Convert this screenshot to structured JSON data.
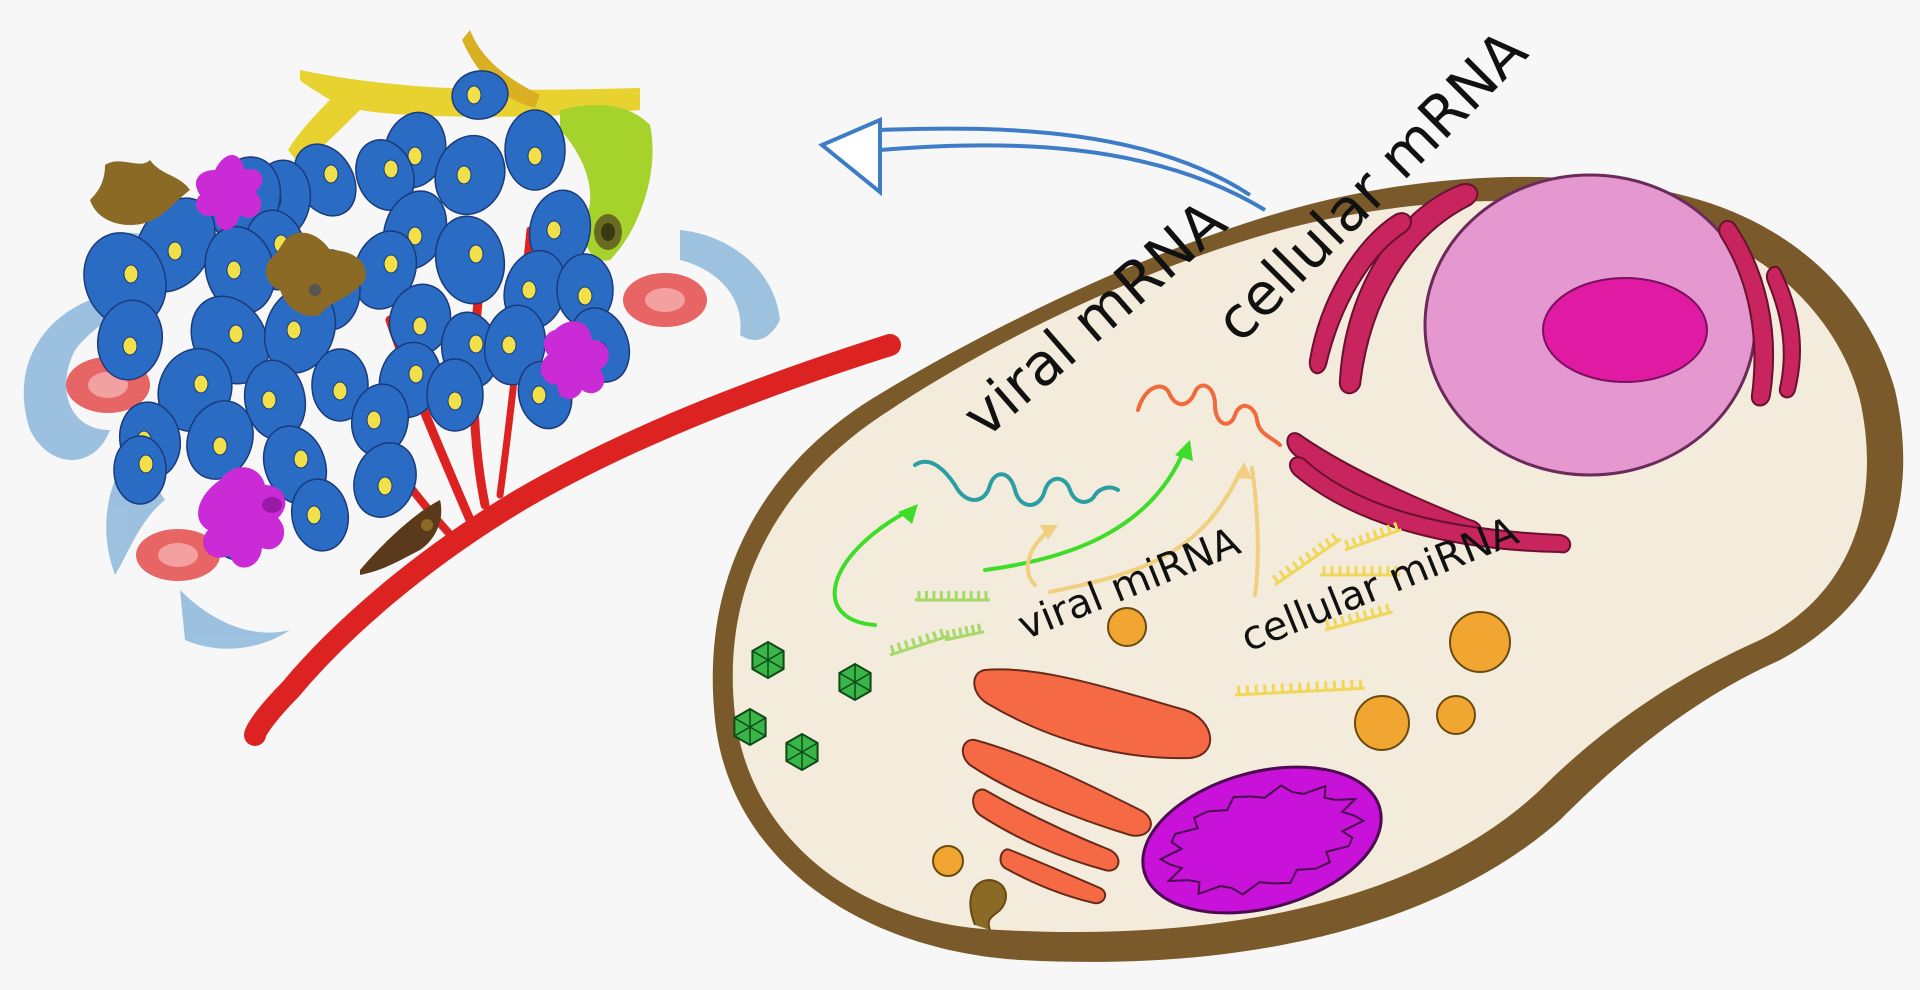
{
  "labels": {
    "viral_mrna": "viral mRNA",
    "cellular_mrna": "cellular mRNA",
    "viral_mirna": "viral miRNA",
    "cellular_mirna": "cellular miRNA"
  },
  "colors": {
    "background": "#f7f7f7",
    "cell_body": "#f3ebdb",
    "cell_shadow": "#7a5a2a",
    "nucleus": "#e597cf",
    "nucleolus": "#e01aa2",
    "endoplasmic_reticulum": "#c8245e",
    "golgi": "#f56a45",
    "mitochondrion": "#c811d9",
    "vesicle": "#f0a631",
    "virion": "#39b54a",
    "viral_mrna": "#2b9ea3",
    "cellular_mrna": "#f06a3c",
    "viral_mirna": "#a6d86a",
    "cellular_mirna": "#f0d75a",
    "green_arrow": "#3fdc2a",
    "yellow_arrow": "#f0cf7e",
    "blue_arrow": "#3e7cc8",
    "tumor_cell": "#2a6cc4",
    "tumor_nucleus": "#f2e04a",
    "blood_vessel": "#dd2222",
    "red_blood_cell": "#e76565",
    "macrophage": "#cb2bd6",
    "fibroblast": "#8a6a25",
    "nerve": "#e8d230",
    "lymphatic": "#8db8dc"
  }
}
